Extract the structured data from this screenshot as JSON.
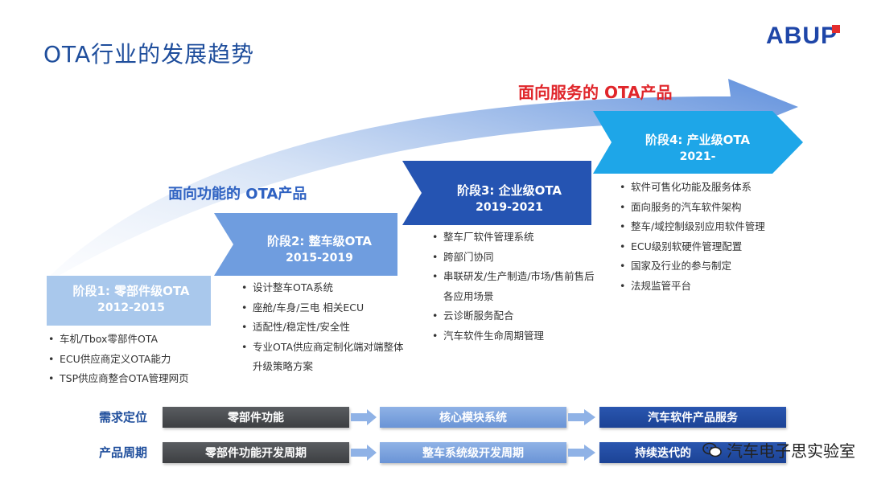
{
  "title": "OTA行业的发展趋势",
  "logo": "ABUP",
  "bands": {
    "service": "面向服务的 OTA产品",
    "function": "面向功能的 OTA产品"
  },
  "stages": [
    {
      "title": "阶段1: 零部件级OTA",
      "years": "2012-2015",
      "bullets": [
        "车机/Tbox零部件OTA",
        "ECU供应商定义OTA能力",
        "TSP供应商整合OTA管理网页"
      ]
    },
    {
      "title": "阶段2: 整车级OTA",
      "years": "2015-2019",
      "bullets": [
        "设计整车OTA系统",
        "座舱/车身/三电 相关ECU",
        "适配性/稳定性/安全性",
        "专业OTA供应商定制化端对端整体",
        "升级策略方案"
      ]
    },
    {
      "title": "阶段3: 企业级OTA",
      "years": "2019-2021",
      "bullets": [
        "整车厂软件管理系统",
        "跨部门协同",
        "串联研发/生产制造/市场/售前售后",
        "各应用场景",
        "云诊断服务配合",
        "汽车软件生命周期管理"
      ]
    },
    {
      "title": "阶段4: 产业级OTA",
      "years": "2021-",
      "bullets": [
        "软件可售化功能及服务体系",
        "面向服务的汽车软件架构",
        "整车/域控制级别应用软件管理",
        "ECU级别软硬件管理配置",
        "国家及行业的参与制定",
        "法规监管平台"
      ]
    }
  ],
  "rows": [
    {
      "label": "需求定位",
      "pills": [
        "零部件功能",
        "核心模块系统",
        "汽车软件产品服务"
      ]
    },
    {
      "label": "产品周期",
      "pills": [
        "零部件功能开发周期",
        "整车系统级开发周期",
        "持续迭代的"
      ]
    }
  ],
  "watermark": "汽车电子思实验室",
  "colors": {
    "stage1": "#a9c8ec",
    "stage2": "#6f9ddf",
    "stage3": "#2554b2",
    "stage4": "#1ea6e8",
    "accent_red": "#e0262b",
    "title_blue": "#1f4e9c"
  }
}
